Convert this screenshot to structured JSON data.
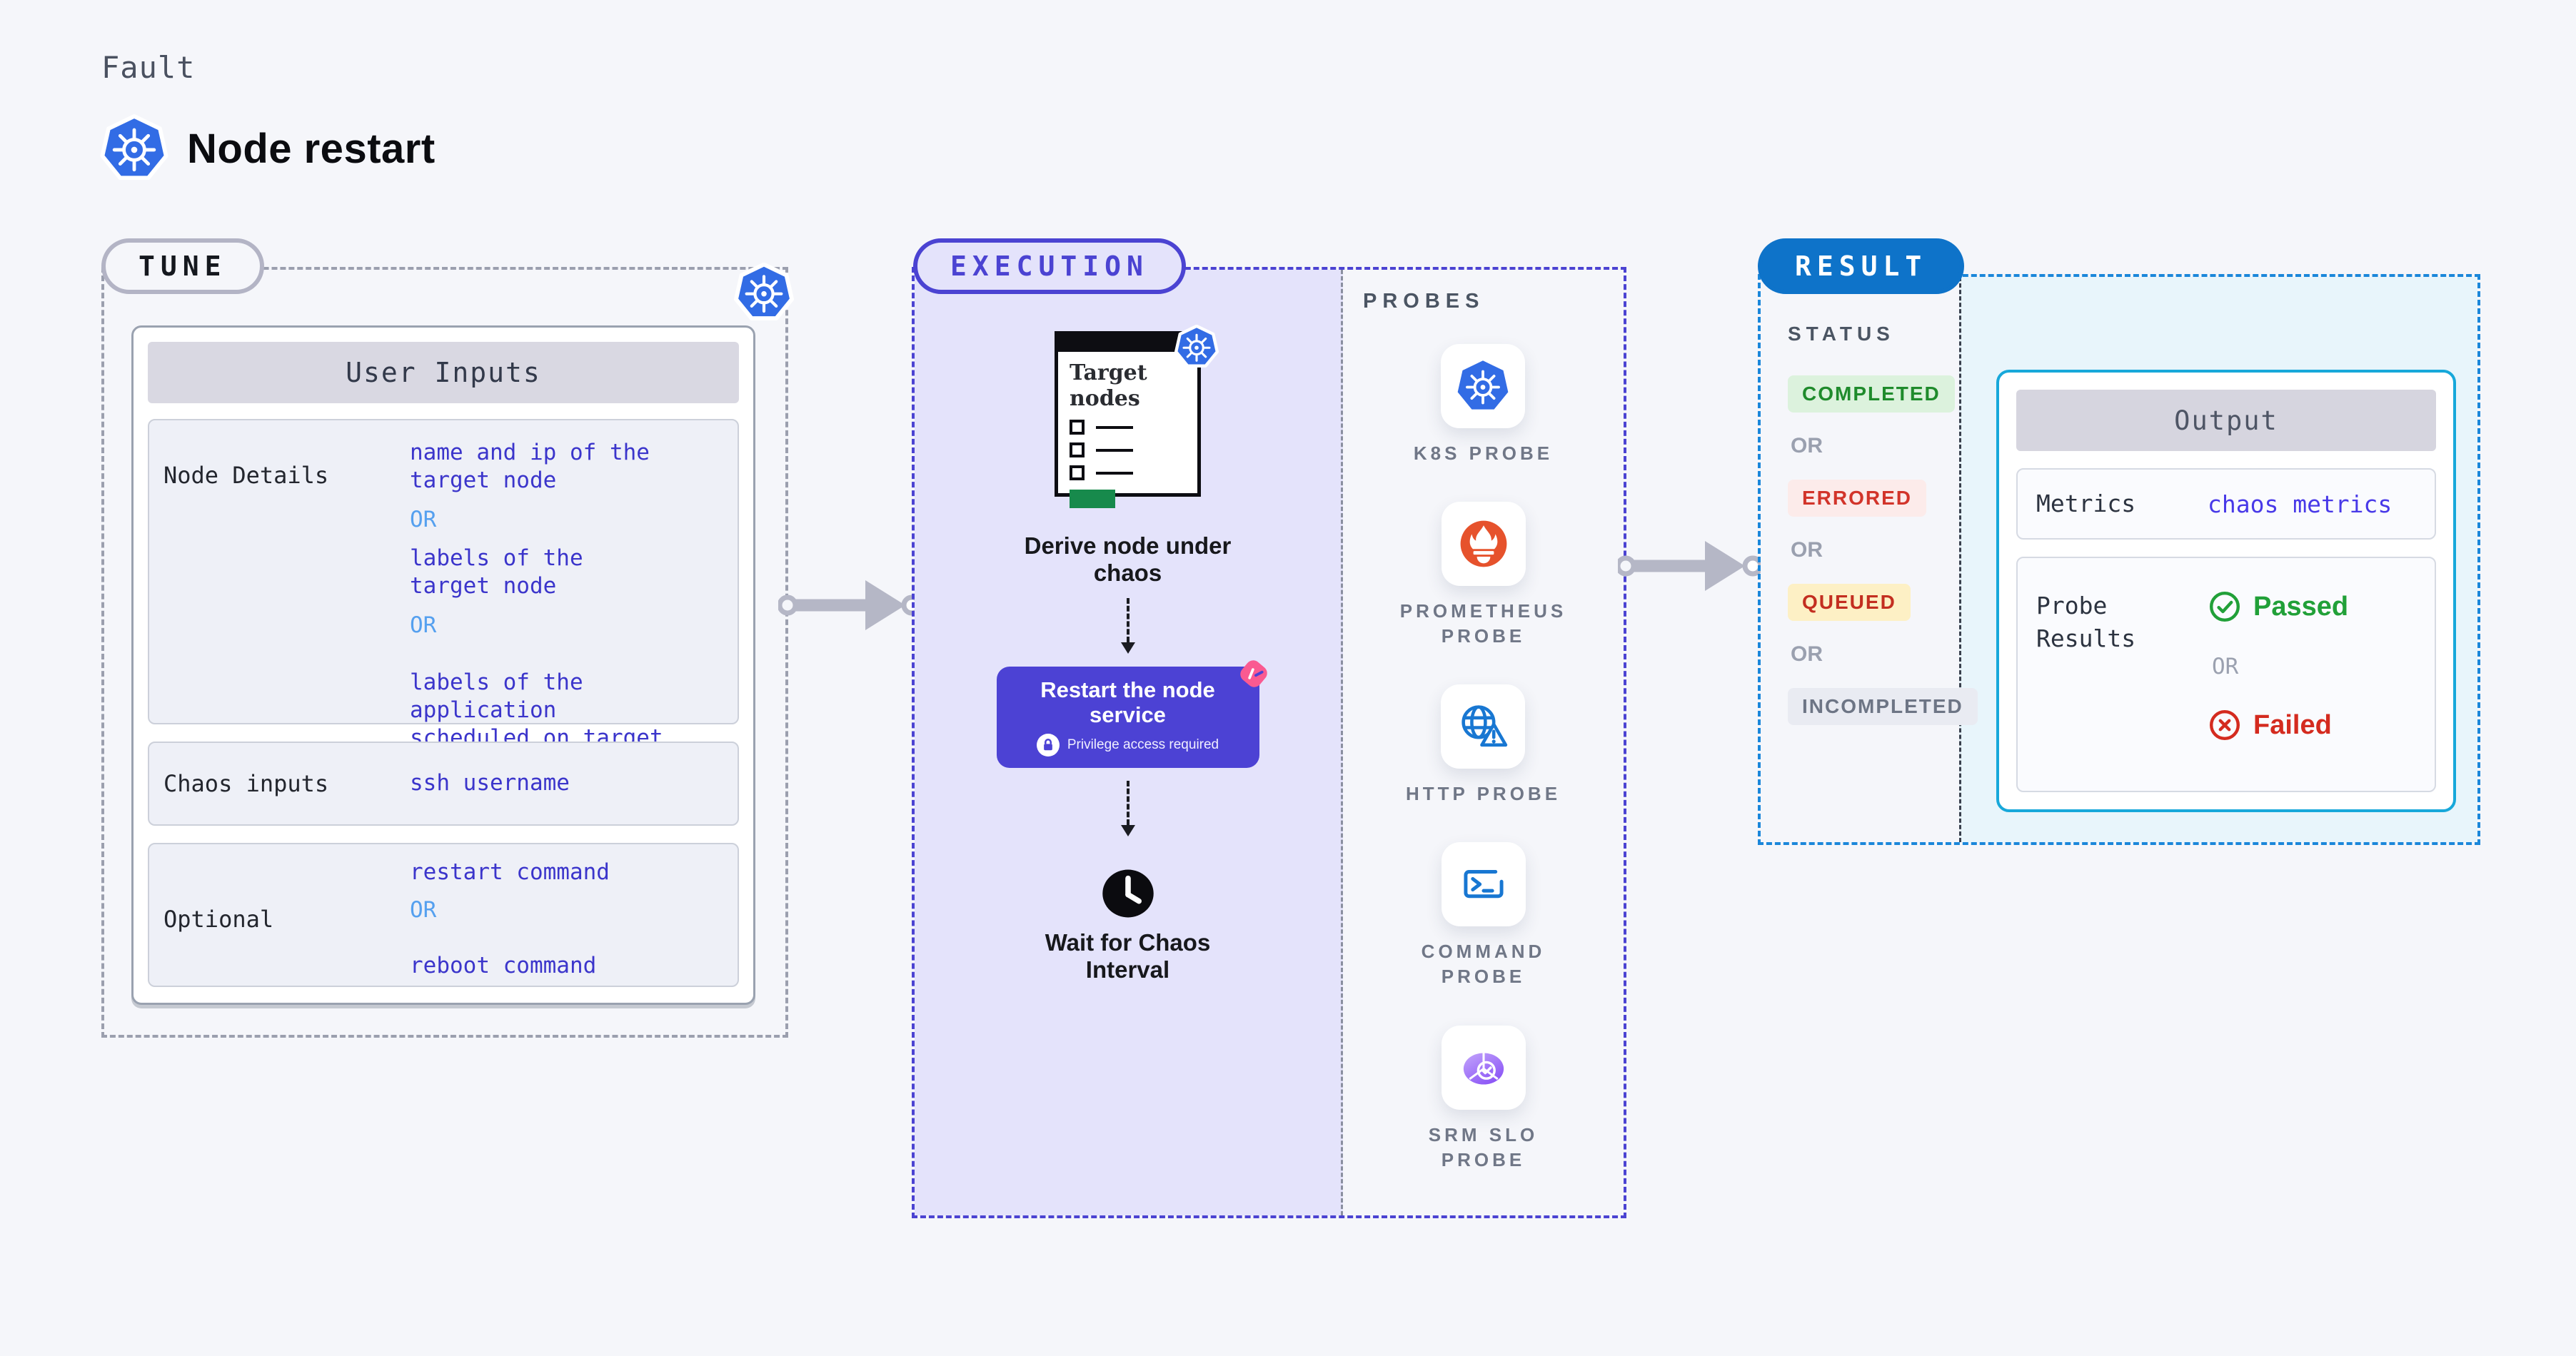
{
  "page": {
    "eyebrow": "Fault",
    "title": "Node restart"
  },
  "tune": {
    "pill": "TUNE",
    "user_inputs": {
      "header": "User Inputs",
      "rows": [
        {
          "label": "Node Details",
          "entries": [
            {
              "type": "value",
              "text": "name and ip of the\ntarget node"
            },
            {
              "type": "or",
              "text": "OR"
            },
            {
              "type": "value",
              "text": "labels of the\ntarget node"
            },
            {
              "type": "or",
              "text": "OR"
            },
            {
              "type": "value",
              "text": "labels of the application\n scheduled on target node"
            }
          ]
        },
        {
          "label": "Chaos inputs",
          "entries": [
            {
              "type": "value",
              "text": "ssh username"
            }
          ]
        },
        {
          "label": "Optional",
          "entries": [
            {
              "type": "value",
              "text": "restart command"
            },
            {
              "type": "or",
              "text": "OR"
            },
            {
              "type": "value",
              "text": "reboot command"
            }
          ]
        }
      ]
    }
  },
  "execution": {
    "pill": "EXECUTION",
    "clipboard_title": "Target nodes",
    "step_derive": "Derive node under chaos",
    "step_restart": {
      "title": "Restart the node service",
      "badge": "Privilege access required"
    },
    "step_wait": "Wait for Chaos Interval"
  },
  "probes": {
    "heading": "PROBES",
    "items": [
      {
        "label": "K8S PROBE",
        "icon": "kubernetes-icon"
      },
      {
        "label": "PROMETHEUS PROBE",
        "icon": "prometheus-icon"
      },
      {
        "label": "HTTP PROBE",
        "icon": "http-globe-warning-icon"
      },
      {
        "label": "COMMAND PROBE",
        "icon": "terminal-icon"
      },
      {
        "label": "SRM SLO PROBE",
        "icon": "slo-donut-check-icon"
      }
    ]
  },
  "result": {
    "pill": "RESULT",
    "status_heading": "STATUS",
    "statuses": [
      {
        "label": "COMPLETED",
        "fg": "#1f8b2c",
        "bg": "#dcf2dd"
      },
      {
        "label": "OR",
        "fg": "#9aa0af",
        "bg": "transparent"
      },
      {
        "label": "ERRORED",
        "fg": "#d2342a",
        "bg": "#fcebea"
      },
      {
        "label": "OR",
        "fg": "#9aa0af",
        "bg": "transparent"
      },
      {
        "label": "QUEUED",
        "fg": "#c32e20",
        "bg": "#fdf0c5"
      },
      {
        "label": "OR",
        "fg": "#9aa0af",
        "bg": "transparent"
      },
      {
        "label": "INCOMPLETED",
        "fg": "#6d7585",
        "bg": "#e9ebf2"
      }
    ],
    "output": {
      "header": "Output",
      "metrics_label": "Metrics",
      "metrics_value": "chaos metrics",
      "probe_label": "Probe Results",
      "passed": "Passed",
      "or": "OR",
      "failed": "Failed"
    }
  },
  "colors": {
    "accent_indigo": "#4b43d2",
    "accent_blue": "#0e73c9",
    "output_border_cyan": "#17a8da",
    "value_text_indigo": "#3b35cb",
    "or_text_blue": "#55a0ef",
    "passed_green": "#21a038",
    "failed_red": "#d42b1f",
    "k8s_blue": "#326ce5",
    "prometheus_orange": "#e6522c",
    "probe_icon_blue": "#1877d2",
    "button_indigo": "#4c42d4",
    "litmus_pink": "#fa5a91",
    "clipboard_green": "#178a4c"
  }
}
